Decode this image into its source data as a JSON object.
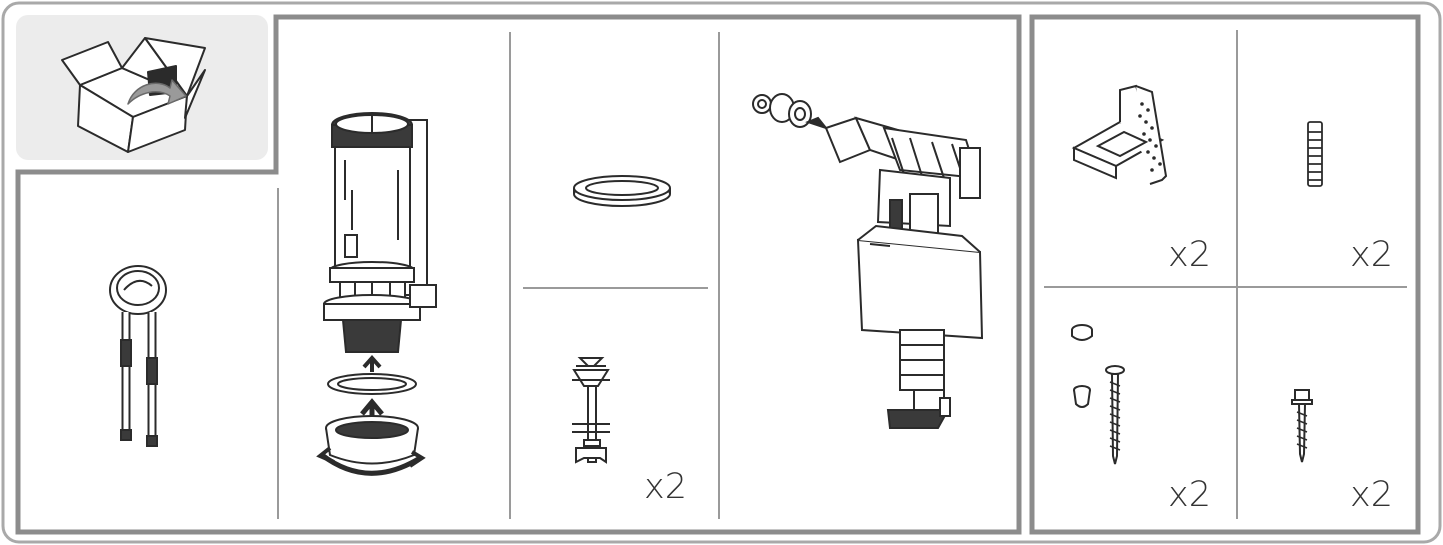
{
  "diagram": {
    "colors": {
      "frame": "#8c8c8c",
      "outer_frame": "#a9a9a9",
      "header_fill": "#ececec",
      "divider": "#9a9a9a",
      "line": "#2b2b2b",
      "part_fill": "#ffffff",
      "part_dark": "#3a3a3a"
    },
    "header_icon": "open-box-icon",
    "parts": [
      {
        "name": "push-button-with-cables",
        "icon": "push-button-icon"
      },
      {
        "name": "flush-valve",
        "icon": "flush-valve-icon"
      },
      {
        "name": "sealing-gasket",
        "icon": "gasket-ring-icon"
      },
      {
        "name": "tank-bolt",
        "icon": "tank-bolt-icon",
        "quantity": "x2"
      },
      {
        "name": "fill-valve",
        "icon": "fill-valve-icon"
      },
      {
        "name": "l-bracket",
        "icon": "l-bracket-icon",
        "quantity": "x2"
      },
      {
        "name": "wall-plug",
        "icon": "wall-plug-icon",
        "quantity": "x2"
      },
      {
        "name": "washer-cap-screw",
        "icon": "screw-set-icon",
        "quantity": "x2"
      },
      {
        "name": "hex-screw",
        "icon": "hex-screw-icon",
        "quantity": "x2"
      }
    ]
  }
}
